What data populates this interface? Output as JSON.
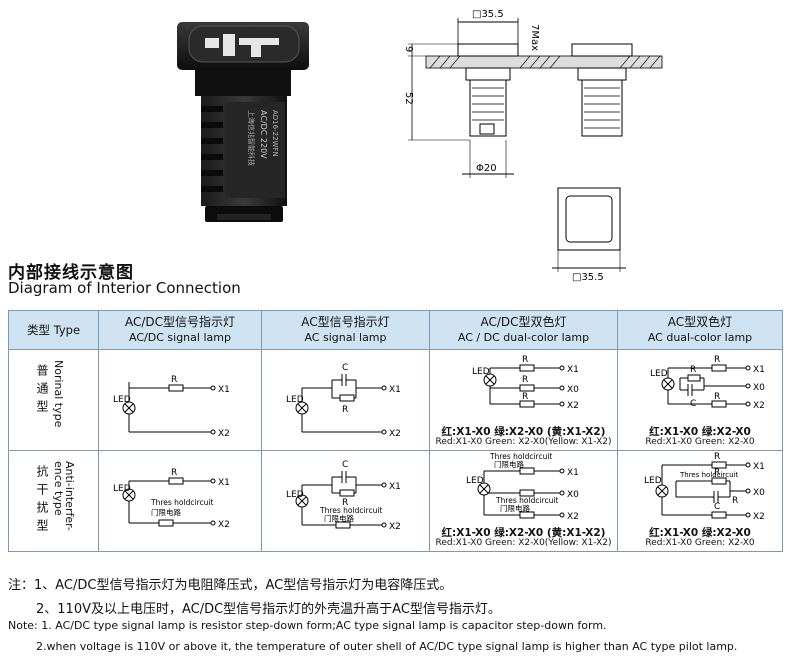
{
  "title_cn": "内部接线示意图",
  "title_en": "Diagram of Interior Connection",
  "photo": {
    "label_left": "AD16-22WFN",
    "label_mid": "AC/DC 220V",
    "label_right": "上海信兆智能科技"
  },
  "dims": {
    "top_width": "□35.5",
    "max_label": "7Max",
    "dim_9": "9",
    "dim_52": "52",
    "diameter": "Φ20",
    "bottom_width": "□35.5"
  },
  "table": {
    "header_type": "类型  Type",
    "columns": [
      {
        "cn": "AC/DC型信号指示灯",
        "en": "AC/DC  signal lamp"
      },
      {
        "cn": "AC型信号指示灯",
        "en": "AC signal lamp"
      },
      {
        "cn": "AC/DC型双色灯",
        "en": "AC / DC dual-color lamp"
      },
      {
        "cn": "AC型双色灯",
        "en": "AC dual-color lamp"
      }
    ],
    "rows": [
      {
        "cn": "普通型",
        "en": "Norinal type"
      },
      {
        "cn": "抗干扰型",
        "en": "Anti-interfer-\nence type"
      }
    ],
    "labels": {
      "led": "LED",
      "r": "R",
      "c": "C",
      "x1": "X1",
      "x0": "X0",
      "x2": "X2",
      "thres_en": "Thres holdcircuit",
      "thres_cn": "门限电路"
    },
    "captions": {
      "acdc_dual_cn": "红:X1-X0  绿:X2-X0  (黄:X1-X2)",
      "acdc_dual_en": "Red:X1-X0  Green: X2-X0(Yellow: X1-X2)",
      "ac_dual_cn": "红:X1-X0  绿:X2-X0",
      "ac_dual_en": "Red:X1-X0  Green: X2-X0"
    }
  },
  "notes": {
    "n1": "注：1、AC/DC型信号指示灯为电阻降压式，AC型信号指示灯为电容降压式。",
    "n2": "2、110V及以上电压时，AC/DC型信号指示灯的外壳温升高于AC型信号指示灯。",
    "n3": "Note: 1. AC/DC type signal lamp is resistor step-down form;AC type signal lamp is capacitor step-down form.",
    "n4": "2.when voltage is 110V or above it, the temperature of outer shell of AC/DC type signal lamp is higher than AC type pilot lamp."
  }
}
